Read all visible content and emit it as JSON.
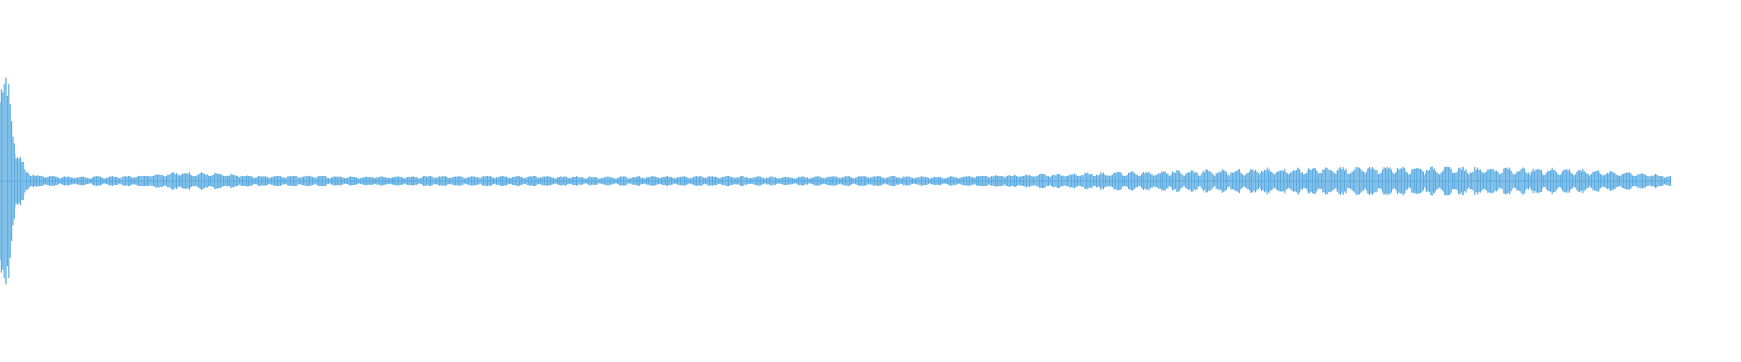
{
  "chart_data": {
    "type": "area",
    "title": "",
    "xlabel": "",
    "ylabel": "",
    "ylim": [
      -1,
      1
    ],
    "grid": false,
    "legend": "none",
    "colors": {
      "wave": "#5dade2",
      "background": "#ffffff"
    },
    "series": [
      {
        "x": [
          0.0,
          0.005,
          0.01,
          0.015,
          0.02,
          0.03,
          0.05,
          0.075,
          0.1,
          0.125,
          0.15,
          0.175,
          0.2,
          0.25,
          0.3,
          0.35,
          0.4,
          0.45,
          0.5,
          0.55,
          0.56,
          0.58,
          0.6,
          0.62,
          0.65,
          0.68,
          0.7,
          0.72,
          0.75,
          0.77,
          0.8,
          0.82,
          0.85,
          0.88,
          0.9,
          0.92,
          0.94,
          0.95,
          0.96
        ],
        "values": [
          0.95,
          0.6,
          0.2,
          0.08,
          0.04,
          0.03,
          0.025,
          0.03,
          0.06,
          0.05,
          0.03,
          0.035,
          0.025,
          0.03,
          0.03,
          0.025,
          0.03,
          0.025,
          0.03,
          0.025,
          0.035,
          0.04,
          0.045,
          0.05,
          0.06,
          0.065,
          0.07,
          0.075,
          0.08,
          0.085,
          0.09,
          0.088,
          0.085,
          0.08,
          0.075,
          0.065,
          0.055,
          0.045,
          0.03
        ]
      }
    ]
  }
}
